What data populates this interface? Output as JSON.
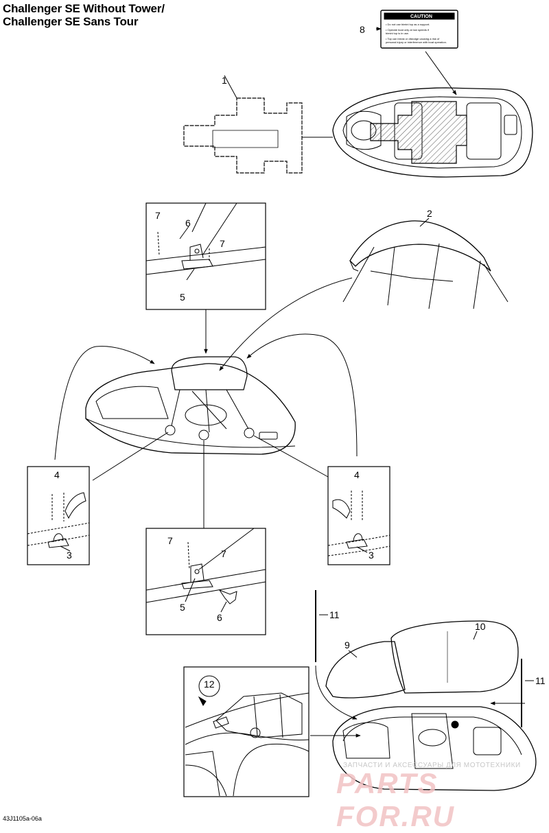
{
  "title_line1": "Challenger SE Without Tower/",
  "title_line2": "Challenger SE Sans Tour",
  "caution_label": "CAUTION",
  "caution_lines": [
    "• Do not use bimini top as a support.",
    "• Operate boat only at low speeds if",
    "  bimini top is in use.",
    "• Top can break or dislodge causing a risk of",
    "  personal injury or interference with boat operation."
  ],
  "callouts": {
    "c1": "1",
    "c2": "2",
    "c3a": "3",
    "c3b": "3",
    "c4a": "4",
    "c4b": "4",
    "c5a": "5",
    "c5b": "5",
    "c6a": "6",
    "c6b": "6",
    "c7a": "7",
    "c7b": "7",
    "c7c": "7",
    "c7d": "7",
    "c8": "8",
    "c9": "9",
    "c10": "10",
    "c11a": "11",
    "c11b": "11",
    "c12": "12"
  },
  "figure_code": "43J1105a-06a",
  "watermark_text": "ЗАПЧАСТИ И АКСЕССУАРЫ ДЛЯ МОТОТЕХНИКИ",
  "watermark_logo": "PARTS FOR.RU",
  "colors": {
    "line": "#000000",
    "hatch": "#555555",
    "watermark": "#f2c2c4"
  }
}
